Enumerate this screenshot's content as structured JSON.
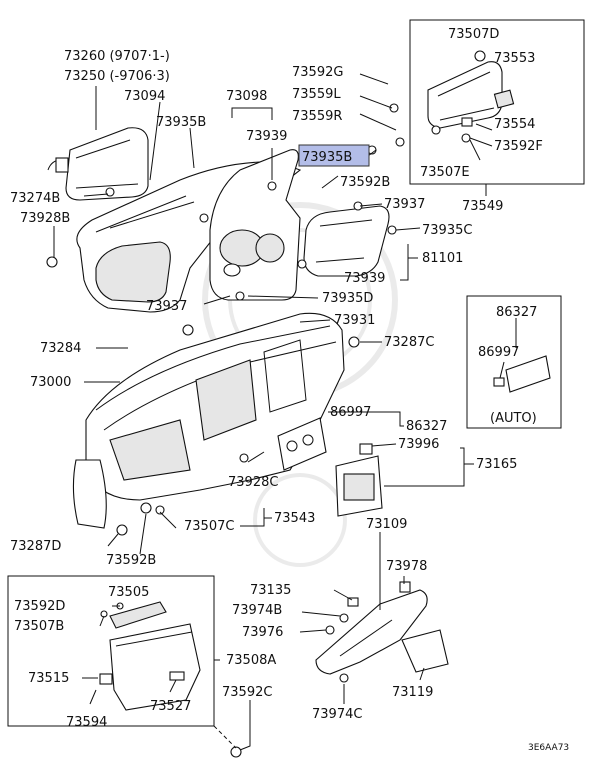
{
  "diagram": {
    "labels": [
      {
        "key": "l73260",
        "text": "73260 (9707·1-)"
      },
      {
        "key": "l73250",
        "text": "73250 (-9706·3)"
      },
      {
        "key": "l73094",
        "text": "73094"
      },
      {
        "key": "l73098",
        "text": "73098"
      },
      {
        "key": "l73935B_a",
        "text": "73935B"
      },
      {
        "key": "l73939_a",
        "text": "73939"
      },
      {
        "key": "l73592G",
        "text": "73592G"
      },
      {
        "key": "l73559L",
        "text": "73559L"
      },
      {
        "key": "l73559R",
        "text": "73559R"
      },
      {
        "key": "l73935B_h",
        "text": "73935B"
      },
      {
        "key": "l73592B_a",
        "text": "73592B"
      },
      {
        "key": "l73507D",
        "text": "73507D"
      },
      {
        "key": "l73553",
        "text": "73553"
      },
      {
        "key": "l73554",
        "text": "73554"
      },
      {
        "key": "l73592F",
        "text": "73592F"
      },
      {
        "key": "l73507E",
        "text": "73507E"
      },
      {
        "key": "l73549",
        "text": "73549"
      },
      {
        "key": "l73274B",
        "text": "73274B"
      },
      {
        "key": "l73928B",
        "text": "73928B"
      },
      {
        "key": "l73937_a",
        "text": "73937"
      },
      {
        "key": "l73935C",
        "text": "73935C"
      },
      {
        "key": "l81101",
        "text": "81101"
      },
      {
        "key": "l73939_b",
        "text": "73939"
      },
      {
        "key": "l73937_b",
        "text": "73937"
      },
      {
        "key": "l73935D",
        "text": "73935D"
      },
      {
        "key": "l73931",
        "text": "73931"
      },
      {
        "key": "l73284",
        "text": "73284"
      },
      {
        "key": "l73287C",
        "text": "73287C"
      },
      {
        "key": "l86327_a",
        "text": "86327"
      },
      {
        "key": "l86997_a",
        "text": "86997"
      },
      {
        "key": "lAUTO",
        "text": "(AUTO)"
      },
      {
        "key": "l73000",
        "text": "73000"
      },
      {
        "key": "l86997_b",
        "text": "86997"
      },
      {
        "key": "l86327_b",
        "text": "86327"
      },
      {
        "key": "l73996",
        "text": "73996"
      },
      {
        "key": "l73165",
        "text": "73165"
      },
      {
        "key": "l73928C",
        "text": "73928C"
      },
      {
        "key": "l73543",
        "text": "73543"
      },
      {
        "key": "l73507C",
        "text": "73507C"
      },
      {
        "key": "l73287D",
        "text": "73287D"
      },
      {
        "key": "l73592B_b",
        "text": "73592B"
      },
      {
        "key": "l73109",
        "text": "73109"
      },
      {
        "key": "l73978",
        "text": "73978"
      },
      {
        "key": "l73135",
        "text": "73135"
      },
      {
        "key": "l73974B",
        "text": "73974B"
      },
      {
        "key": "l73976",
        "text": "73976"
      },
      {
        "key": "l73592D",
        "text": "73592D"
      },
      {
        "key": "l73505",
        "text": "73505"
      },
      {
        "key": "l73507B",
        "text": "73507B"
      },
      {
        "key": "l73508A",
        "text": "73508A"
      },
      {
        "key": "l73515",
        "text": "73515"
      },
      {
        "key": "l73527",
        "text": "73527"
      },
      {
        "key": "l73594",
        "text": "73594"
      },
      {
        "key": "l73592C",
        "text": "73592C"
      },
      {
        "key": "l73119",
        "text": "73119"
      },
      {
        "key": "l73974C",
        "text": "73974C"
      },
      {
        "key": "lcode",
        "text": "3E6AA73"
      }
    ],
    "highlight": {
      "text": "73935B",
      "color": "#b3bde8"
    }
  }
}
